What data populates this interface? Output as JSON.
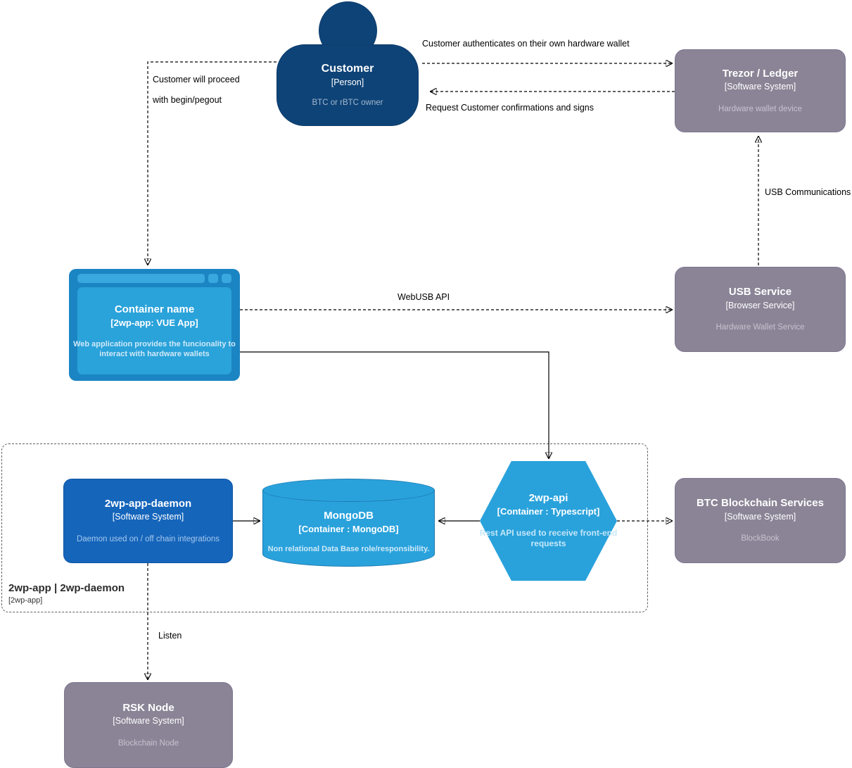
{
  "nodes": {
    "customer": {
      "title": "Customer",
      "subtitle": "[Person]",
      "description": "BTC or rBTC owner"
    },
    "trezor": {
      "title": "Trezor / Ledger",
      "subtitle": "[Software System]",
      "description": "Hardware wallet device"
    },
    "webapp": {
      "title": "Container name",
      "subtitle": "[2wp-app: VUE App]",
      "description": "Web application provides the funcionality to interact with hardware wallets"
    },
    "usb_service": {
      "title": "USB Service",
      "subtitle": "[Browser Service]",
      "description": "Hardware Wallet Service"
    },
    "daemon": {
      "title": "2wp-app-daemon",
      "subtitle": "[Software System]",
      "description": "Daemon used on / off chain integrations"
    },
    "mongodb": {
      "title": "MongoDB",
      "subtitle": "[Container : MongoDB]",
      "description": "Non relational Data Base role/responsibility."
    },
    "api": {
      "title": "2wp-api",
      "subtitle": "[Container : Typescript]",
      "description": "Rest API used to receive front-end requests"
    },
    "btc": {
      "title": "BTC Blockchain Services",
      "subtitle": "[Software System]",
      "description": "BlockBook"
    },
    "rsk": {
      "title": "RSK Node",
      "subtitle": "[Software System]",
      "description": "Blockchain Node"
    }
  },
  "boundary": {
    "title": "2wp-app | 2wp-daemon",
    "subtitle": "[2wp-app]"
  },
  "edge_labels": {
    "auth": "Customer authenticates on their own hardware wallet",
    "request_sign": "Request Customer confirmations and signs",
    "proceed1": "Customer will proceed",
    "proceed2": "with begin/pegout",
    "webusb": "WebUSB API",
    "usb_comm": "USB Communications",
    "listen": "Listen"
  },
  "colors": {
    "person_fill": "#0e4377",
    "system_gray_fill": "#8b8496",
    "container_blue_fill": "#1565bb",
    "light_blue_fill": "#29a2dc",
    "browser_frame_fill": "#1b85c3",
    "edge_stroke": "#000000"
  }
}
